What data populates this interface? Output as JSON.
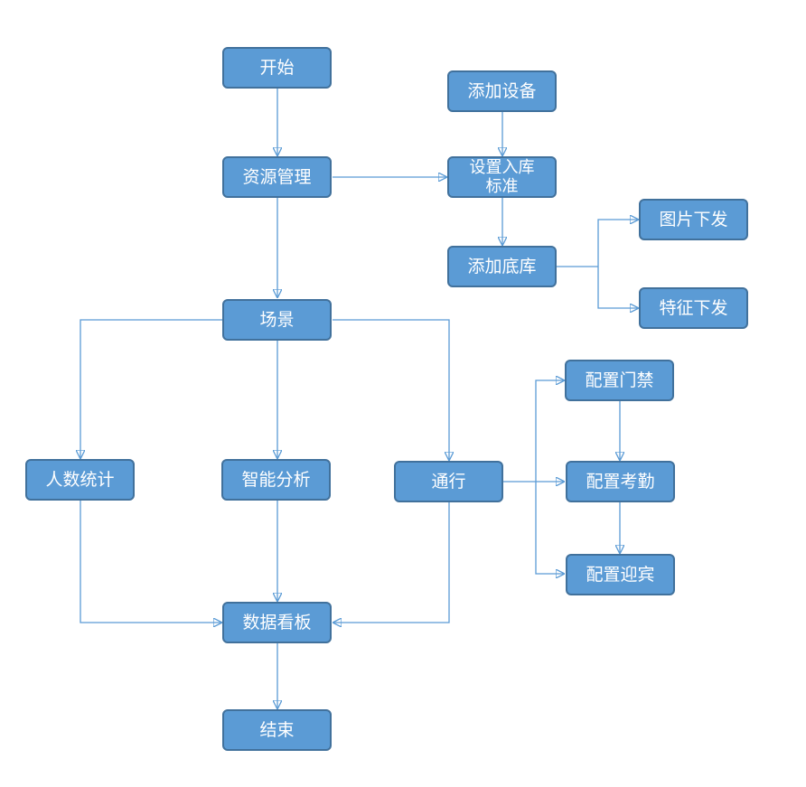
{
  "nodes": {
    "start": "开始",
    "resource": "资源管理",
    "add_device": "添加设备",
    "storage_standard": "设置入库标准",
    "add_library": "添加底库",
    "image_dispatch": "图片下发",
    "feature_dispatch": "特征下发",
    "scene": "场景",
    "people_count": "人数统计",
    "smart_analysis": "智能分析",
    "access": "通行",
    "config_door": "配置门禁",
    "config_attendance": "配置考勤",
    "config_welcome": "配置迎宾",
    "dashboard": "数据看板",
    "end": "结束"
  },
  "colors": {
    "node_fill": "#5b9bd5",
    "node_border": "#41719c",
    "edge": "#5b9bd5",
    "text": "#ffffff"
  }
}
